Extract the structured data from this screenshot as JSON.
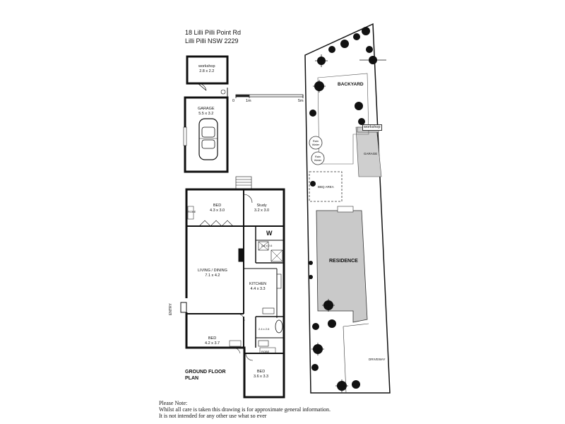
{
  "address": {
    "line1": "18 Lilli Pilli Point Rd",
    "line2": "Lilli Pilli NSW 2229"
  },
  "scale_bar": {
    "start": "0",
    "mid": "1m",
    "end": "5m"
  },
  "rooms": {
    "workshop": {
      "name": "workshop",
      "size": "2.8 x 2.2"
    },
    "garage": {
      "name": "GARAGE",
      "size": "5.5 x 3.2"
    },
    "bed1": {
      "name": "BED",
      "size": "4.3 x 3.0"
    },
    "study": {
      "name": "Study",
      "size": "3.2 x 3.0"
    },
    "living": {
      "name": "LIVING / DINING",
      "size": "7.1 x 4.2"
    },
    "kitchen": {
      "name": "KITCHEN",
      "size": "4.4 x 3.3"
    },
    "bed2": {
      "name": "BED",
      "size": "4.2 x 3.7"
    },
    "bed3": {
      "name": "BED",
      "size": "3.6 x 3.3"
    },
    "wc": "W",
    "entry": "ENTRY",
    "robe": "ROBE",
    "laundry": "2.4 x 2.6",
    "bath": "2.4 x 2.6",
    "ground_floor_line1": "GROUND FLOOR",
    "ground_floor_line2": "PLAN"
  },
  "site": {
    "backyard": "BACKYARD",
    "workshop": "workshop",
    "rain_water_1": "Rain Water",
    "rain_water_2": "Rain Water",
    "garage": "GARAGE",
    "bbq": "BBQ AREA",
    "residence": "RESIDENCE",
    "driveway": "DRIVEWAY"
  },
  "notes": {
    "line1": "Please Note:",
    "line2": "Whilst all care is taken this drawing is for approximate general information.",
    "line3": "It is not intended for any other use what so ever"
  }
}
